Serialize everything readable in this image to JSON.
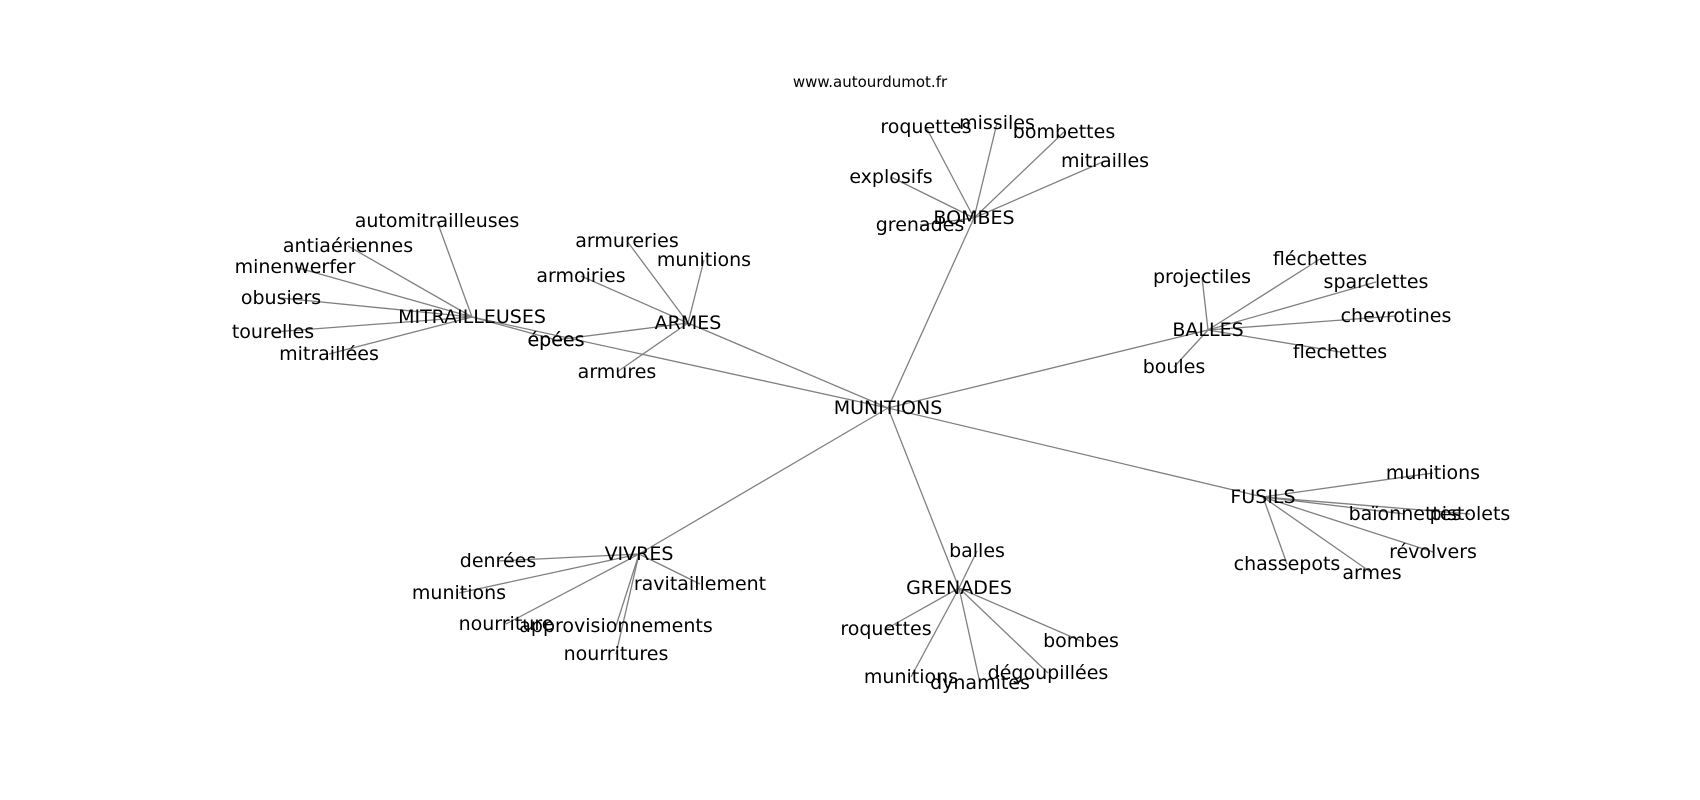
{
  "source": "www.autourdumot.fr",
  "graph": {
    "center": "MUNITIONS",
    "clusters": [
      {
        "hub": "BOMBES",
        "leaves": [
          "roquettes",
          "missiles",
          "bombettes",
          "mitrailles",
          "explosifs",
          "grenades"
        ]
      },
      {
        "hub": "MITRAILLEUSES",
        "leaves": [
          "automitrailleuses",
          "antiaériennes",
          "minenwerfer",
          "obusiers",
          "tourelles",
          "mitraillées",
          "épées"
        ]
      },
      {
        "hub": "ARMES",
        "leaves": [
          "armureries",
          "munitions",
          "armoiries",
          "épées",
          "armures"
        ]
      },
      {
        "hub": "BALLES",
        "leaves": [
          "projectiles",
          "fléchettes",
          "sparclettes",
          "chevrotines",
          "flechettes",
          "boules"
        ]
      },
      {
        "hub": "FUSILS",
        "leaves": [
          "munitions",
          "baïonnettes",
          "pistolets",
          "révolvers",
          "armes",
          "chassepots"
        ]
      },
      {
        "hub": "VIVRES",
        "leaves": [
          "denrées",
          "munitions",
          "ravitaillement",
          "nourriture",
          "approvisionnements",
          "nourritures"
        ]
      },
      {
        "hub": "GRENADES",
        "leaves": [
          "balles",
          "roquettes",
          "bombes",
          "munitions",
          "dynamites",
          "dégoupillées"
        ]
      }
    ]
  }
}
